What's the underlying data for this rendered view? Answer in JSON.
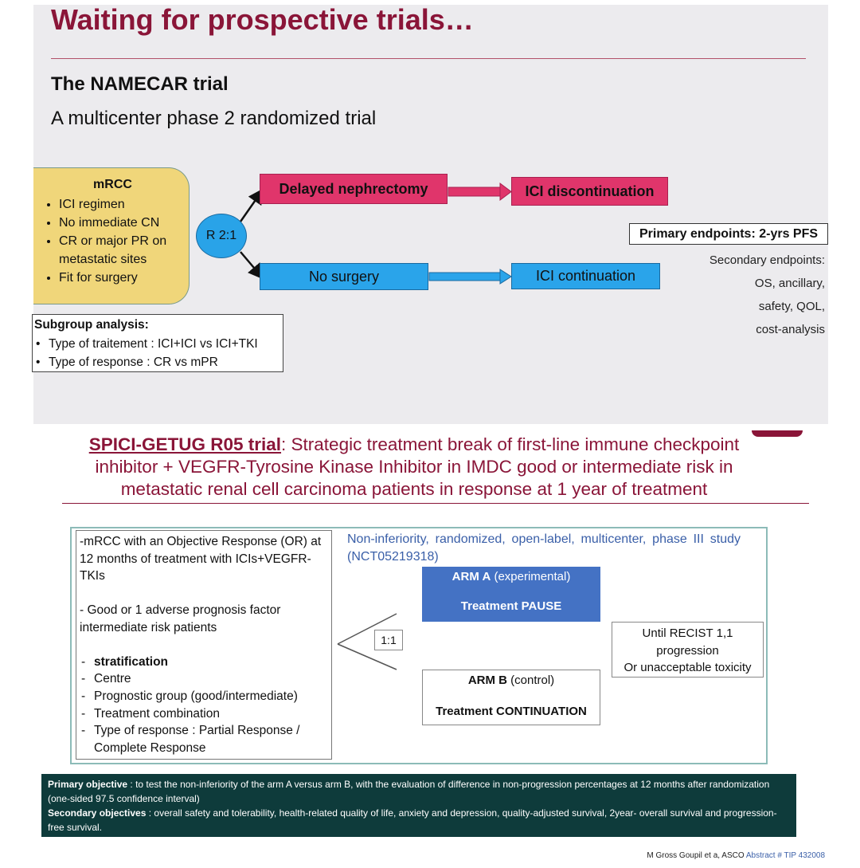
{
  "slide1": {
    "title": "Waiting for prospective trials…",
    "trial_name": "The NAMECAR trial",
    "trial_description": "A multicenter phase 2 randomized trial",
    "population": {
      "title": "mRCC",
      "criteria": [
        "ICI regimen",
        "No immediate CN",
        "CR or major PR on metastatic sites",
        "Fit for surgery"
      ]
    },
    "randomization": "R 2:1",
    "arm_delayed_nephrectomy": "Delayed nephrectomy",
    "arm_delayed_outcome": "ICI discontinuation",
    "arm_no_surgery": "No surgery",
    "arm_no_surgery_outcome": "ICI continuation",
    "primary_endpoints": "Primary endpoints: 2-yrs PFS",
    "secondary_endpoints": [
      "Secondary endpoints:",
      "OS, ancillary,",
      "safety, QOL,",
      "cost-analysis"
    ],
    "subgroup": {
      "title": "Subgroup analysis:",
      "items": [
        "Type of traitement : ICI+ICI vs ICI+TKI",
        "Type of response : CR vs mPR"
      ]
    },
    "colors": {
      "title": "#8a1538",
      "population": "#f0d67a",
      "pink_arm": "#e0356b",
      "blue_arm": "#2aa4ea"
    }
  },
  "slide2": {
    "trial_name": "SPICI-GETUG R05  trial",
    "title_rest": ": Strategic treatment break of first-line immune checkpoint inhibitor + VEGFR-Tyrosine Kinase Inhibitor in IMDC good or intermediate risk in metastatic renal cell carcinoma patients in response at 1 year of treatment",
    "criteria": {
      "line1": "-mRCC with an Objective Response (OR) at 12 months of treatment with ICIs+VEGFR-TKIs",
      "line2": "- Good or 1 adverse prognosis factor intermediate risk patients",
      "stratification_label": "stratification",
      "stratification_items": [
        "Centre",
        "Prognostic group (good/intermediate)",
        "Treatment combination",
        "Type of response : Partial Response / Complete Response"
      ]
    },
    "study_design": "Non-inferiority, randomized, open-label, multicenter, phase III study (NCT05219318)",
    "ratio": "1:1",
    "arm_a": {
      "title": "ARM A",
      "qualifier": " (experimental)",
      "treatment": "Treatment PAUSE"
    },
    "arm_b": {
      "title": "ARM B",
      "qualifier": " (control)",
      "treatment": "Treatment CONTINUATION"
    },
    "until": [
      "Until RECIST 1,1",
      "progression",
      "Or unacceptable toxicity"
    ],
    "primary_objective_label": "Primary objective",
    "primary_objective_text": " : to test the non-inferiority of the arm A versus arm B, with the evaluation of difference in non-progression percentages at 12 months after randomization (one-sided 97.5 confidence interval)",
    "secondary_objectives_label": "Secondary objectives",
    "secondary_objectives_text": " : overall safety and tolerability, health-related quality of life, anxiety and depression, quality-adjusted survival, 2year- overall survival and progression-free survival.",
    "citation_authors": "M Gross Goupil et a, ASCO ",
    "citation_abstract": "Abstract # TIP 432008",
    "colors": {
      "title": "#8a1538",
      "arm_a": "#4472c4",
      "objectives_bg": "#0e3b3b",
      "study_text": "#3a5fa8"
    }
  }
}
